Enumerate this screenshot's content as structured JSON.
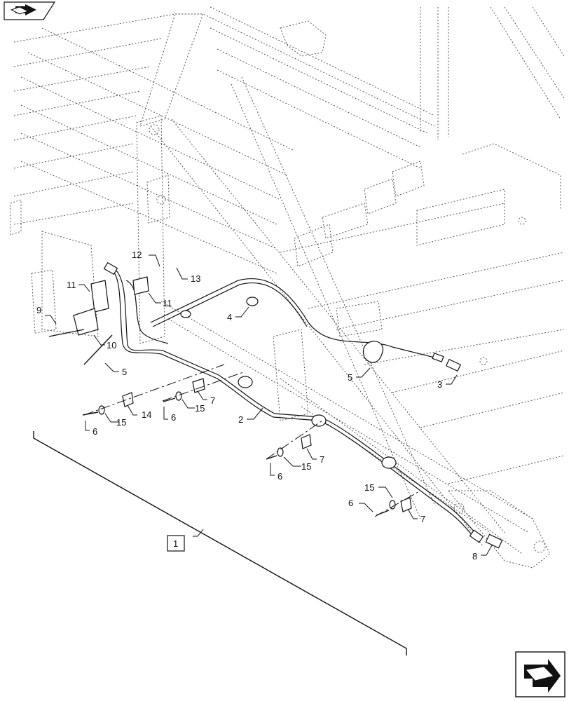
{
  "callouts": {
    "c1": "1",
    "c2": "2",
    "c3": "3",
    "c4": "4",
    "c5a": "5",
    "c5b": "5",
    "c6a": "6",
    "c6b": "6",
    "c6c": "6",
    "c6d": "6",
    "c7a": "7",
    "c7b": "7",
    "c7c": "7",
    "c8": "8",
    "c9": "9",
    "c10": "10",
    "c11a": "11",
    "c11b": "11",
    "c12": "12",
    "c13": "13",
    "c14": "14",
    "c15a": "15",
    "c15b": "15",
    "c15c": "15",
    "c15d": "15"
  },
  "icons": {
    "top_left": "view-direction-icon",
    "bottom_right": "next-page-arrow-icon"
  }
}
